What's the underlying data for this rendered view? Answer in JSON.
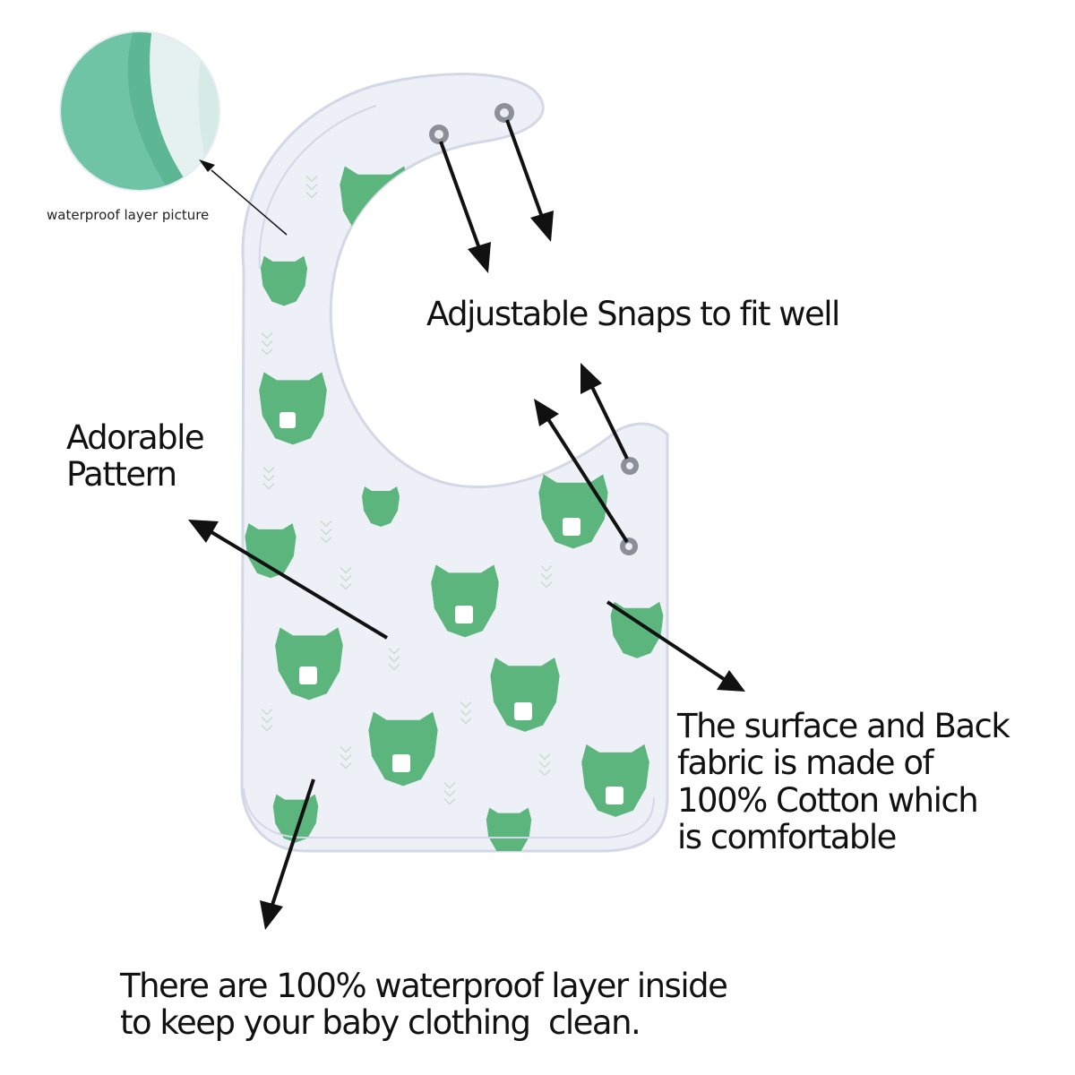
{
  "colors": {
    "bib_fabric": "#eef0f8",
    "bear_green": "#5cb57c",
    "waterproof_layer": "#6ec4a4",
    "arrow": "#111111"
  },
  "inset": {
    "caption": "waterproof layer picture"
  },
  "callouts": {
    "snaps": "Adjustable Snaps to fit well",
    "pattern": [
      "Adorable",
      "Pattern"
    ],
    "cotton": [
      "The surface and Back",
      "fabric is made of",
      "100% Cotton which",
      "is comfortable"
    ],
    "waterproof": [
      "There are 100% waterproof layer inside",
      "to keep your baby clothing  clean."
    ]
  }
}
